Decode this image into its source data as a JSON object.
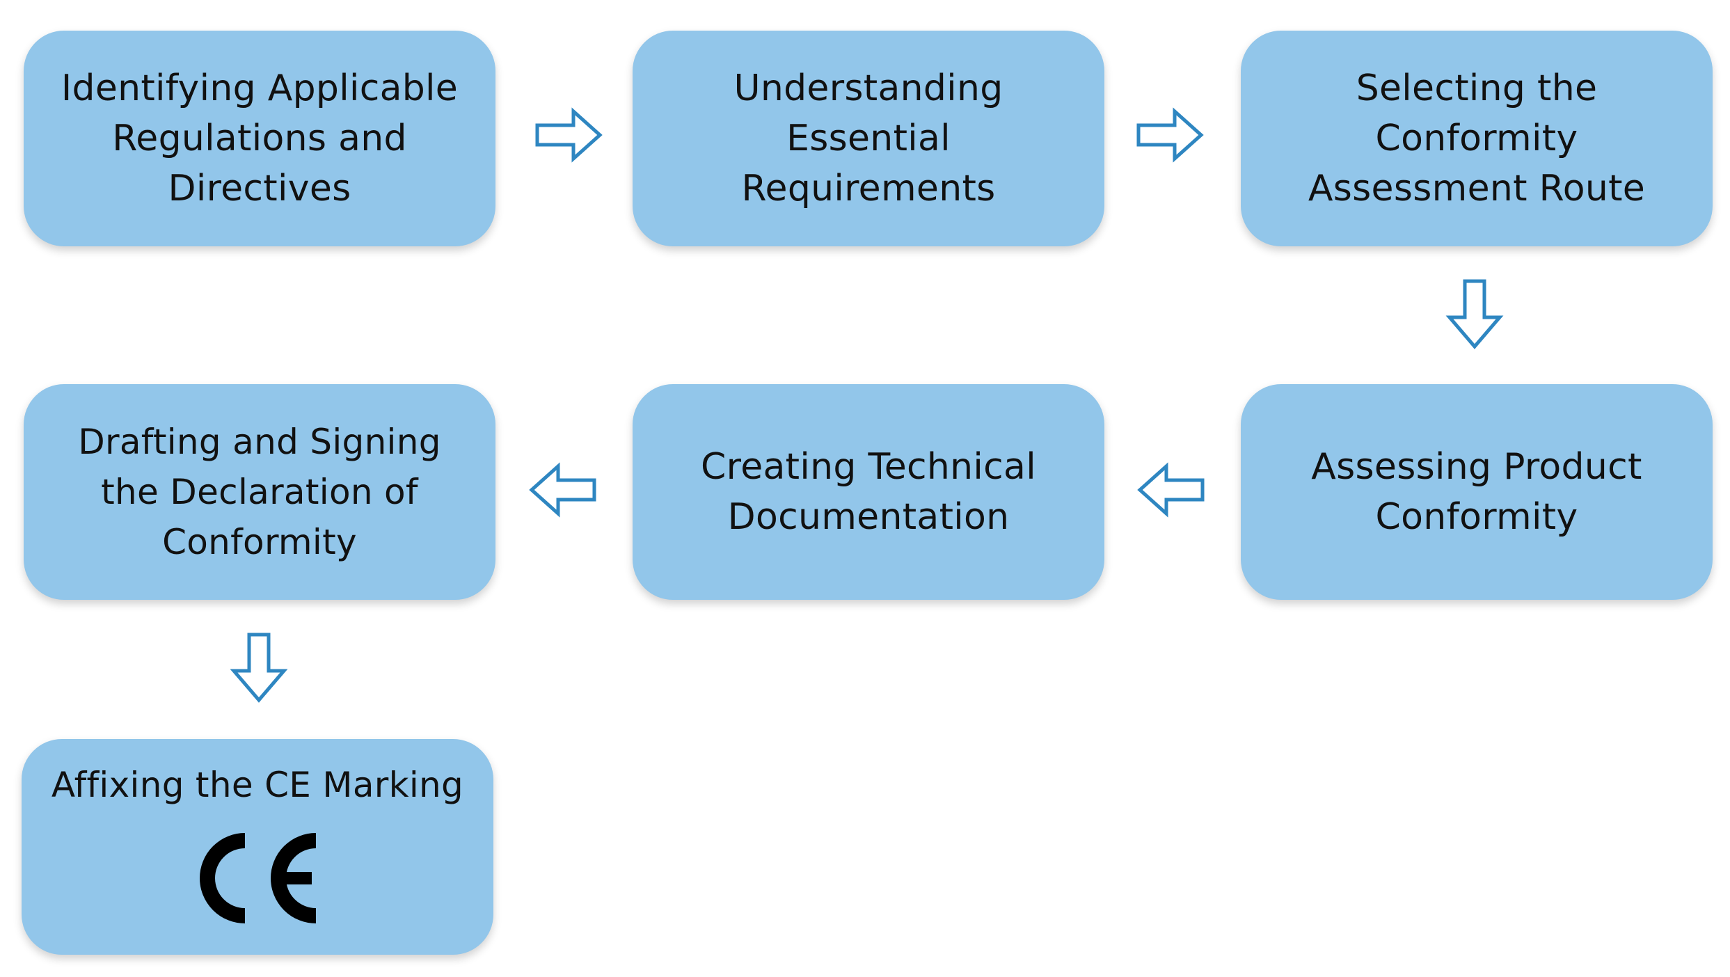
{
  "steps": [
    {
      "id": "identify",
      "label": "Identifying Applicable Regulations and Directives"
    },
    {
      "id": "understand",
      "label": "Understanding Essential Requirements"
    },
    {
      "id": "select",
      "label": "Selecting the Conformity Assessment Route"
    },
    {
      "id": "assess",
      "label": "Assessing Product Conformity"
    },
    {
      "id": "document",
      "label": "Creating Technical Documentation"
    },
    {
      "id": "declare",
      "label": "Drafting and Signing the Declaration of Conformity"
    },
    {
      "id": "affix",
      "label": "Affixing the CE Marking"
    }
  ],
  "ce_logo": {
    "text": "CE",
    "color": "#000000"
  },
  "colors": {
    "box_fill": "#92c6ea",
    "arrow_stroke": "#2e86c1",
    "text": "#111111"
  },
  "icons": {
    "arrow_right": "arrow-right-outline-icon",
    "arrow_left": "arrow-left-outline-icon",
    "arrow_down": "arrow-down-outline-icon"
  }
}
